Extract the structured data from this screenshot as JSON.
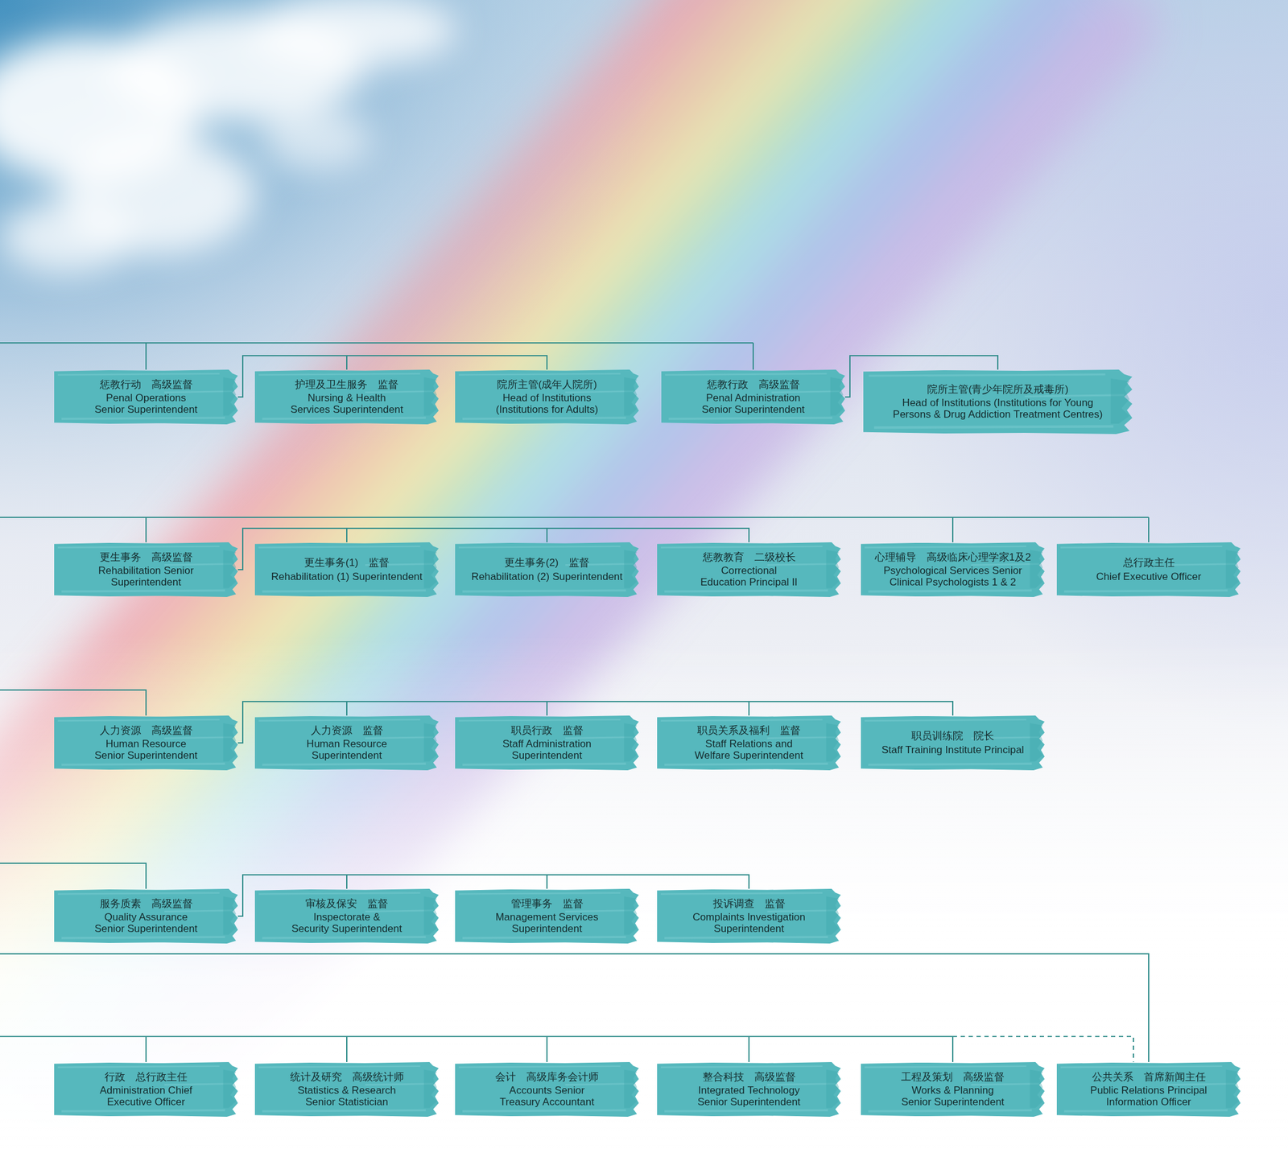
{
  "diagram": {
    "nodes": [
      {
        "text": [
          "惩教行动　高级监督",
          "Penal Operations Senior Superintendent"
        ]
      },
      {
        "text": [
          "护理及卫生服务　监督",
          "Nursing & Health Services Superintendent"
        ]
      },
      {
        "text": [
          "院所主管(成年人院所)",
          "Head of Institutions (Institutions for Adults)"
        ]
      },
      {
        "text": [
          "惩教行政　高级监督",
          "Penal Administration Senior Superintendent"
        ]
      },
      {
        "text": [
          "院所主管(青少年院所及戒毒所)",
          "Head of Institutions (Institutions for Young Persons & Drug Addiction Treatment Centres)"
        ]
      },
      {
        "text": [
          "更生事务　高级监督",
          "Rehabilitation Senior Superintendent"
        ]
      },
      {
        "text": [
          "更生事务(1)　监督",
          "Rehabilitation (1) Superintendent"
        ]
      },
      {
        "text": [
          "更生事务(2)　监督",
          "Rehabilitation (2) Superintendent"
        ]
      },
      {
        "text": [
          "惩教教育　二级校长",
          "Correctional Education Principal II"
        ]
      },
      {
        "text": [
          "心理辅导　高级临床心理学家1及2",
          "Psychological Services Senior Clinical Psychologists 1 & 2"
        ]
      },
      {
        "text": [
          "总行政主任",
          "Chief Executive Officer"
        ]
      },
      {
        "text": [
          "人力资源　高级监督",
          "Human Resource Senior Superintendent"
        ]
      },
      {
        "text": [
          "人力资源　监督",
          "Human Resource Superintendent"
        ]
      },
      {
        "text": [
          "职员行政　监督",
          "Staff Administration Superintendent"
        ]
      },
      {
        "text": [
          "职员关系及福利　监督",
          "Staff Relations and Welfare Superintendent"
        ]
      },
      {
        "text": [
          "职员训练院　院长",
          "Staff Training Institute Principal"
        ]
      },
      {
        "text": [
          "服务质素　高级监督",
          "Quality Assurance Senior Superintendent"
        ]
      },
      {
        "text": [
          "审核及保安　监督",
          "Inspectorate & Security Superintendent"
        ]
      },
      {
        "text": [
          "管理事务　监督",
          "Management Services Superintendent"
        ]
      },
      {
        "text": [
          "投诉调查　监督",
          "Complaints Investigation Superintendent"
        ]
      },
      {
        "text": [
          "行政　总行政主任",
          "Administration Chief Executive Officer"
        ]
      },
      {
        "text": [
          "统计及研究　高级统计师",
          "Statistics & Research Senior Statistician"
        ]
      },
      {
        "text": [
          "会计　高级库务会计师",
          "Accounts Senior Treasury Accountant"
        ]
      },
      {
        "text": [
          "整合科技　高级监督",
          "Integrated Technology Senior Superintendent"
        ]
      },
      {
        "text": [
          "工程及策划　高级监督",
          "Works & Planning Senior Superintendent"
        ]
      },
      {
        "text": [
          "公共关系　首席新闻主任",
          "Public Relations Principal Information Officer"
        ]
      }
    ],
    "edges": [
      {
        "from": 0,
        "to": 1,
        "arrow": "none"
      },
      {
        "from": 0,
        "to": 2,
        "arrow": "none"
      },
      {
        "from": 3,
        "to": 4,
        "arrow": "none"
      },
      {
        "from": 5,
        "to": 6,
        "arrow": "none"
      },
      {
        "from": 5,
        "to": 7,
        "arrow": "none"
      },
      {
        "from": 5,
        "to": 8,
        "arrow": "none"
      },
      {
        "from": 11,
        "to": 12,
        "arrow": "none"
      },
      {
        "from": 11,
        "to": 13,
        "arrow": "none"
      },
      {
        "from": 11,
        "to": 14,
        "arrow": "none"
      },
      {
        "from": 11,
        "to": 15,
        "arrow": "none"
      },
      {
        "from": 16,
        "to": 17,
        "arrow": "none"
      },
      {
        "from": 16,
        "to": 18,
        "arrow": "none"
      },
      {
        "from": 16,
        "to": 19,
        "arrow": "none"
      }
    ]
  }
}
